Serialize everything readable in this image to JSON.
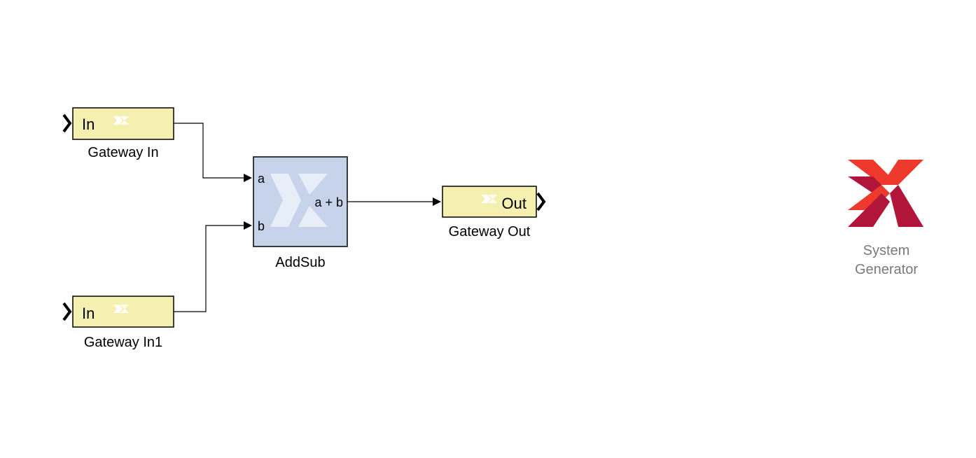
{
  "model": {
    "blocks": [
      {
        "id": "gateway_in",
        "type": "gateway-in",
        "text": "In",
        "label": "Gateway In"
      },
      {
        "id": "gateway_in1",
        "type": "gateway-in",
        "text": "In",
        "label": "Gateway In1"
      },
      {
        "id": "addsub",
        "type": "addsub",
        "ports_in": [
          "a",
          "b"
        ],
        "port_out": "a + b",
        "label": "AddSub"
      },
      {
        "id": "gateway_out",
        "type": "gateway-out",
        "text": "Out",
        "label": "Gateway Out"
      }
    ],
    "system_generator": {
      "label_line1": "System",
      "label_line2": "Generator"
    }
  },
  "colors": {
    "gateway_fill": "#F5F0B0",
    "addsub_fill": "#C6D3EA",
    "addsub_logo": "#E8EEF8",
    "gateway_logo": "#FFFFFF",
    "logo_light": "#EE3A2C",
    "logo_dark": "#B2153A",
    "label_gray": "#7A7A7A"
  },
  "icons": {
    "gateway": "xilinx-logo-icon",
    "addsub": "xilinx-logo-icon",
    "system_generator": "system-generator-logo-icon"
  }
}
